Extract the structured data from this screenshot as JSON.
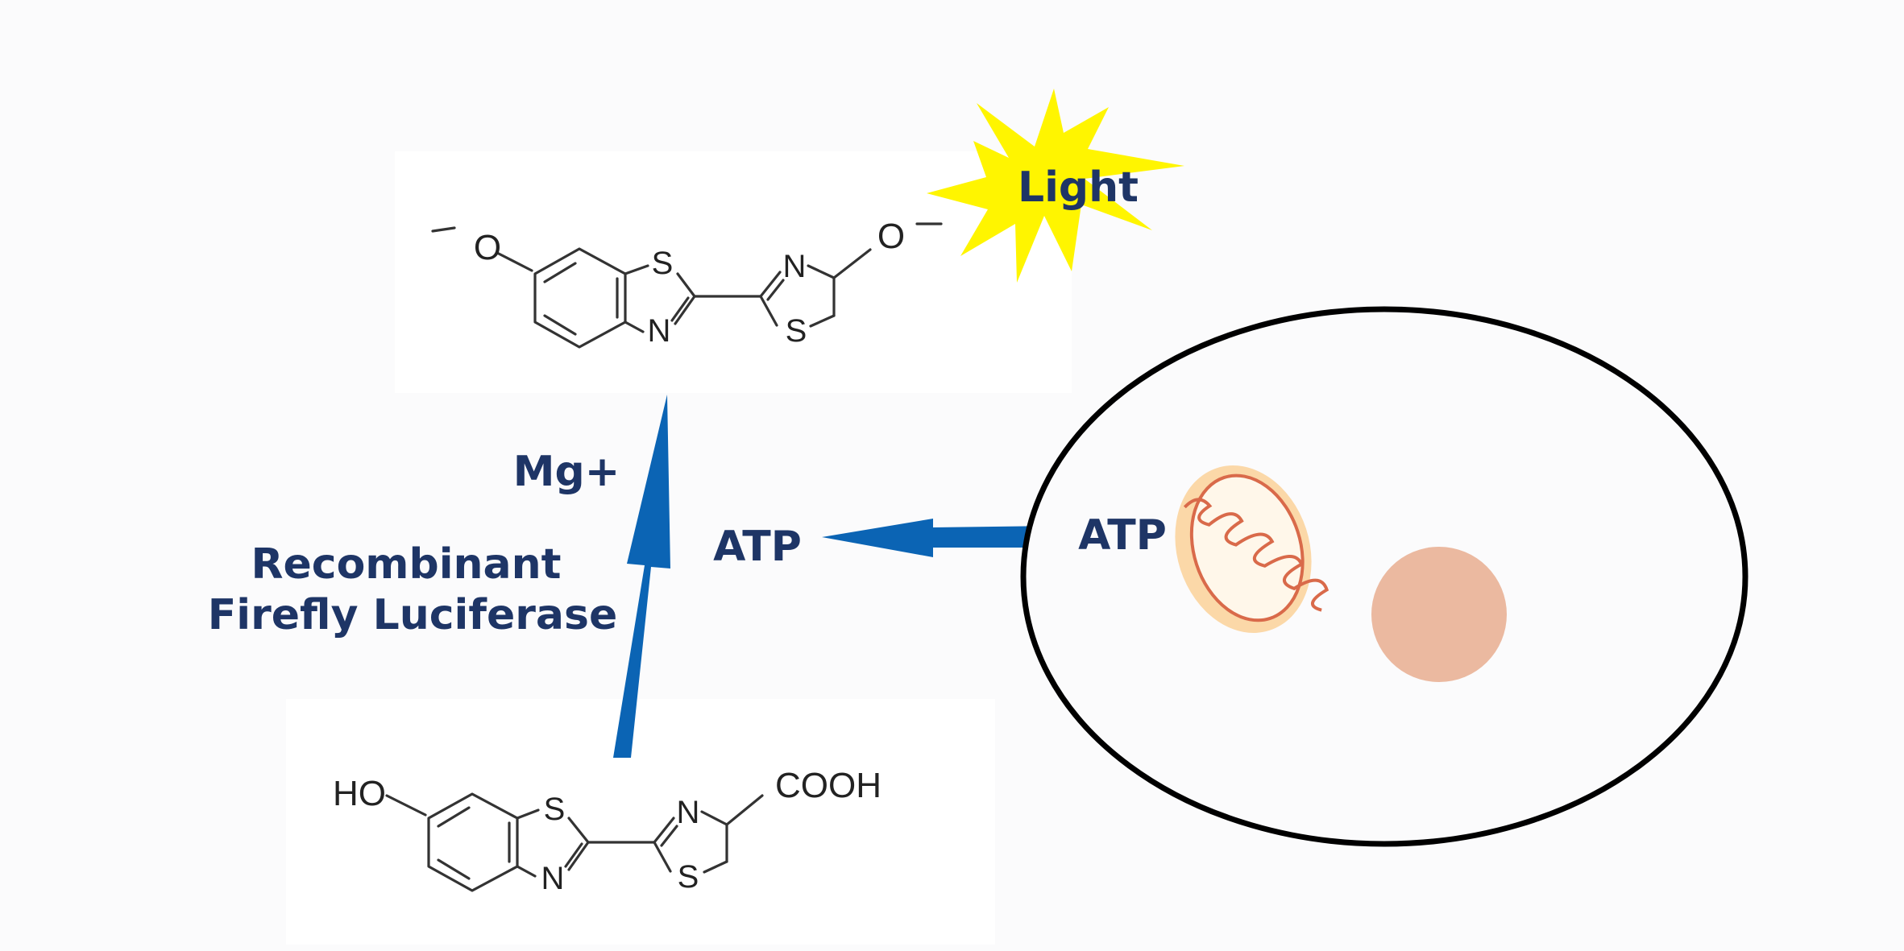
{
  "labels": {
    "light": "Light",
    "mg": "Mg+",
    "enzyme_line1": "Recombinant",
    "enzyme_line2": "Firefly Luciferase",
    "atp_left": "ATP",
    "atp_cell": "ATP"
  },
  "oxyluciferin": {
    "left_group": "O",
    "right_group": "O",
    "ring_atoms": {
      "s_benzo": "S",
      "n_benzo": "N",
      "n_thiaz": "N",
      "s_thiaz": "S"
    }
  },
  "luciferin": {
    "left_group": "HO",
    "right_group": "COOH",
    "ring_atoms": {
      "s_benzo": "S",
      "n_benzo": "N",
      "n_thiaz": "N",
      "s_thiaz": "S"
    }
  },
  "colors": {
    "arrow": "#0b64b4",
    "label": "#1e3566",
    "starburst": "#fff500",
    "nucleus": "#ebb9a0",
    "mitochondrion_fill": "#fbd8a8",
    "mitochondrion_line": "#d96a4a"
  }
}
